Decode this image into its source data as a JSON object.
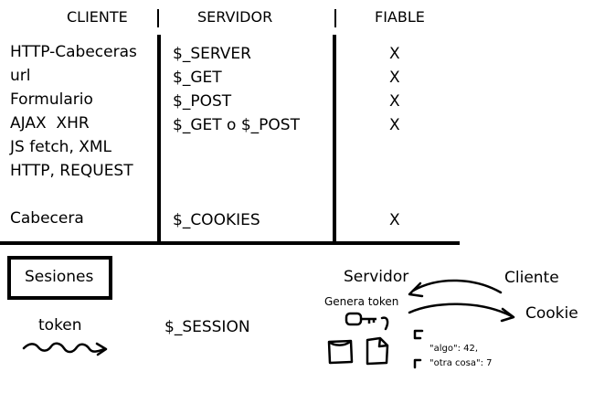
{
  "table": {
    "headers": {
      "cliente": "CLIENTE",
      "servidor": "SERVIDOR",
      "fiable": "FIABLE"
    },
    "rows": [
      {
        "cliente": "HTTP-Cabeceras",
        "servidor": "$_SERVER",
        "fiable": "X"
      },
      {
        "cliente": "url",
        "servidor": "$_GET",
        "fiable": "X"
      },
      {
        "cliente": "Formulario",
        "servidor": "$_POST",
        "fiable": "X"
      },
      {
        "cliente": "AJAX  XHR",
        "servidor": "$_GET o $_POST",
        "fiable": "X"
      },
      {
        "cliente": "JS fetch, XML",
        "servidor": "",
        "fiable": ""
      },
      {
        "cliente": "HTTP, REQUEST",
        "servidor": "",
        "fiable": ""
      },
      {
        "cliente": "Cabecera",
        "servidor": "$_COOKIES",
        "fiable": "X"
      }
    ]
  },
  "sessions": {
    "box_label": "Sesiones",
    "token_label": "token",
    "session_var": "$_SESSION",
    "servidor_label": "Servidor",
    "genera_token_label": "Genera token",
    "cliente_label": "Cliente",
    "cookie_label": "Cookie",
    "data_line1": "\"algo\": 42,",
    "data_line2": "\"otra cosa\": 7"
  },
  "colors": {
    "ink": "#000000",
    "background": "#ffffff"
  }
}
